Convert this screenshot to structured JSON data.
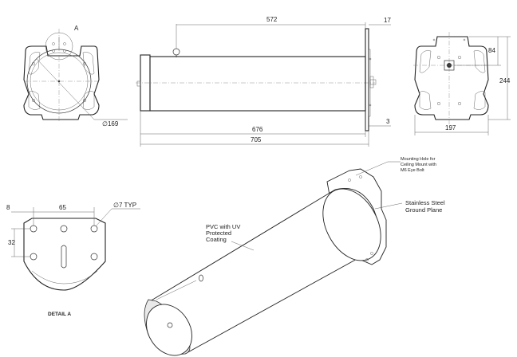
{
  "views": {
    "front": {
      "detail_marker": "A",
      "diameter_label": "∅169"
    },
    "side": {
      "dim_572": "572",
      "dim_17": "17",
      "dim_676": "676",
      "dim_705": "705",
      "dim_3": "3"
    },
    "back": {
      "dim_84": "84",
      "dim_244": "244",
      "dim_197": "197"
    },
    "detail": {
      "dim_8": "8",
      "dim_65": "65",
      "dim_32": "32",
      "hole_label": "∅7 TYP",
      "title": "DETAIL A"
    }
  },
  "callouts": {
    "mounting_hole": [
      "Mounting Hole for",
      "Ceiling Mount with",
      "M6 Eye Bolt"
    ],
    "ground_plane": [
      "Stainless Steel",
      "Ground Plane"
    ],
    "pvc_coating": [
      "PVC with UV",
      "Protected",
      "Coating"
    ]
  }
}
